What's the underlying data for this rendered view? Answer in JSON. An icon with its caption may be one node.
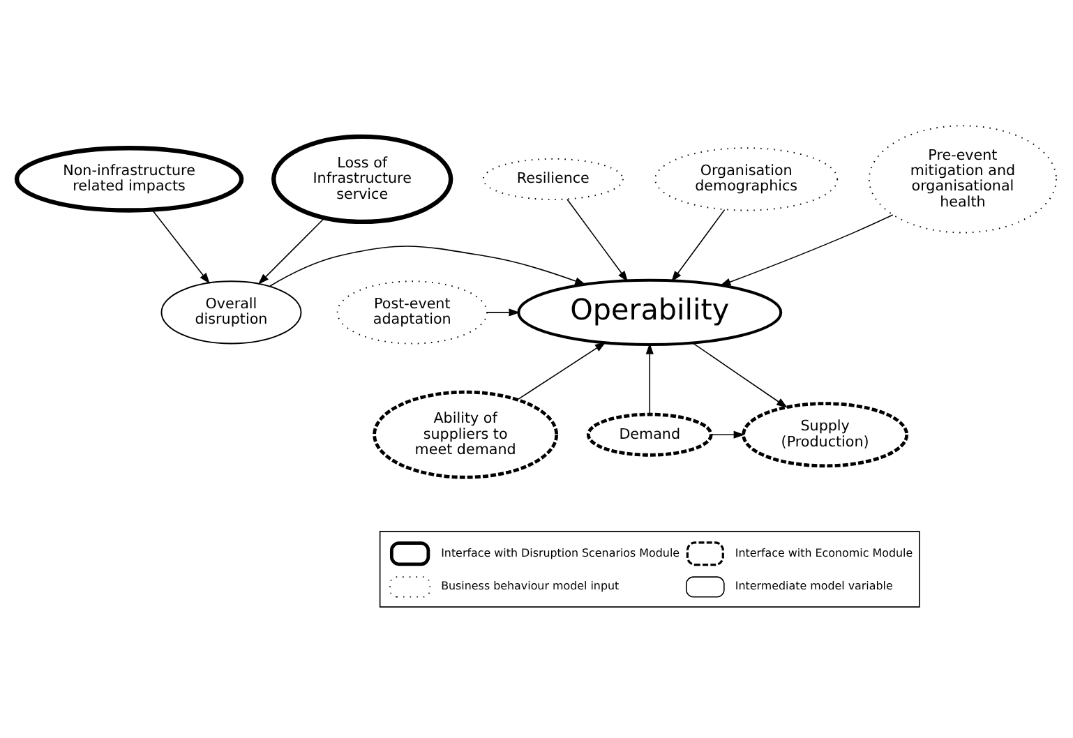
{
  "diagram": {
    "nodes": [
      {
        "text": [
          "Non-infrastructure related impacts"
        ]
      },
      {
        "text": [
          "Resilience"
        ]
      },
      {
        "text": [
          "Organisation demographics"
        ]
      },
      {
        "text": [
          "Pre-event mitigation and organisational health"
        ]
      },
      {
        "text": [
          "Overall disruption"
        ]
      },
      {
        "text": [
          "Operability"
        ]
      },
      {
        "text": [
          "Post-event adaptation"
        ]
      },
      {
        "text": [
          "Loss of Infrastructure service"
        ]
      },
      {
        "text": [
          "Ability of suppliers to meet demand"
        ]
      },
      {
        "text": [
          "Demand"
        ]
      },
      {
        "text": [
          "Supply (Production)"
        ]
      }
    ],
    "edges": [
      {
        "from": 0,
        "to": 4,
        "arrow": "to"
      },
      {
        "from": 7,
        "to": 4,
        "arrow": "to"
      },
      {
        "from": 4,
        "to": 5,
        "arrow": "to"
      },
      {
        "from": 1,
        "to": 5,
        "arrow": "to"
      },
      {
        "from": 2,
        "to": 5,
        "arrow": "to"
      },
      {
        "from": 3,
        "to": 5,
        "arrow": "to"
      },
      {
        "from": 6,
        "to": 5,
        "arrow": "to"
      },
      {
        "from": 8,
        "to": 5,
        "arrow": "to"
      },
      {
        "from": 9,
        "to": 5,
        "arrow": "to"
      },
      {
        "from": 5,
        "to": 10,
        "arrow": "to"
      },
      {
        "from": 9,
        "to": 10,
        "arrow": "to"
      }
    ],
    "legend": [
      {
        "text": "Interface with Disruption Scenarios Module"
      },
      {
        "text": "Interface with Economic Module"
      },
      {
        "text": "Business behaviour model input"
      },
      {
        "text": "Intermediate model variable"
      }
    ]
  }
}
